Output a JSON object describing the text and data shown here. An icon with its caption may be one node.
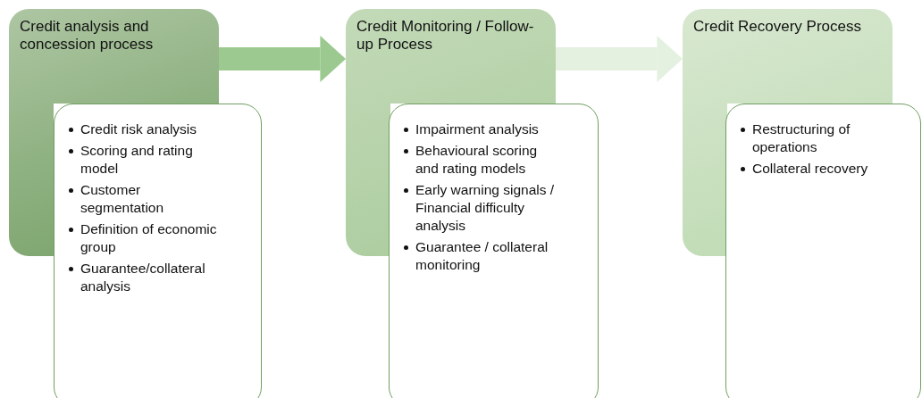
{
  "diagram": {
    "nodes": [
      {
        "text": [
          "Credit analysis and concession process"
        ]
      },
      {
        "text": [
          "Credit risk analysis",
          "Scoring and rating model",
          "Customer segmentation",
          "Definition of economic group",
          "Guarantee/collateral analysis"
        ]
      },
      {
        "text": [
          "Credit Monitoring / Follow-up Process"
        ]
      },
      {
        "text": [
          "Impairment analysis",
          "Behavioural scoring and rating models",
          "Early warning signals / Financial difficulty analysis",
          "Guarantee / collateral monitoring"
        ]
      },
      {
        "text": [
          "Credit Recovery Process"
        ]
      },
      {
        "text": [
          "Restructuring of operations",
          "Collateral recovery"
        ]
      }
    ],
    "edges": [
      {
        "from": 0,
        "to": 2,
        "arrow": "to",
        "color": "#9cc98f"
      },
      {
        "from": 2,
        "to": 4,
        "arrow": "to",
        "color": "#e4f0e0"
      }
    ]
  }
}
